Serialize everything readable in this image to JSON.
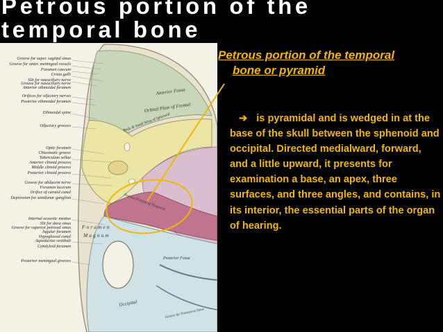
{
  "slide": {
    "title": "Petrous portion of the\ntemporal bone",
    "subtitle_line1": "Petrous portion of the temporal",
    "subtitle_line2": "bone or pyramid",
    "arrow_glyph": "➔",
    "body": "is pyramidal and is wedged in at the base of the skull between the sphenoid and occipital. Directed medialward, forward, and a little upward, it presents for examination a base, an apex, three surfaces, and three angles, and contains, in its interior, the essential parts of the organ of hearing."
  },
  "figure": {
    "left_labels": [
      "Groove for super. sagittal sinus",
      "Groove for anter. meningeal vessels",
      "Foramen caecum",
      "Crista galli",
      "Slit for nasociliary nerve",
      "Groove for nasociliary nerve",
      "Anterior ethmoidal foramen",
      "Orifices for olfactory nerves",
      "Posterior ethmoidal foramen",
      "Ethmoidal spine",
      "Olfactory grooves",
      "Optic foramen",
      "Chiasmatic groove",
      "Tuberculum sellae",
      "Anterior clinoid process",
      "Middle clinoid process",
      "Posterior clinoid process",
      "Groove for abducent nerve",
      "Foramen lacerum",
      "Orifice of carotid canal",
      "Depression for semilunar ganglion",
      "Internal acoustic meatus",
      "Slit for dura sinus",
      "Groove for superior petrosal sinus",
      "Jugular foramen",
      "Hypoglossal canal",
      "Aqueductus vestibuli",
      "Condyloid foramen",
      "Posterior meningeal grooves"
    ],
    "foramen_label": "Foramen",
    "magnum_label": "Magnum",
    "anterior_fossa_label": "Anterior Fossa",
    "orbital_label": "Orbital Plate of Frontal",
    "small_wing_label": "Body & Small Wing of Sphenoid",
    "petrous_label": "Petrous Portion of Temporal",
    "posterior_fossa_label": "Posterior Fossa",
    "occipital_label": "Occipital",
    "transverse_label": "Groove for Transverse Sinus",
    "colors": {
      "frontal": "#c8d7ba",
      "sphenoid": "#ece6a6",
      "temporal": "#d9bfd0",
      "petrous": "#c1748f",
      "occipital": "#cfe3e6",
      "highlight": "#f0b800"
    }
  }
}
